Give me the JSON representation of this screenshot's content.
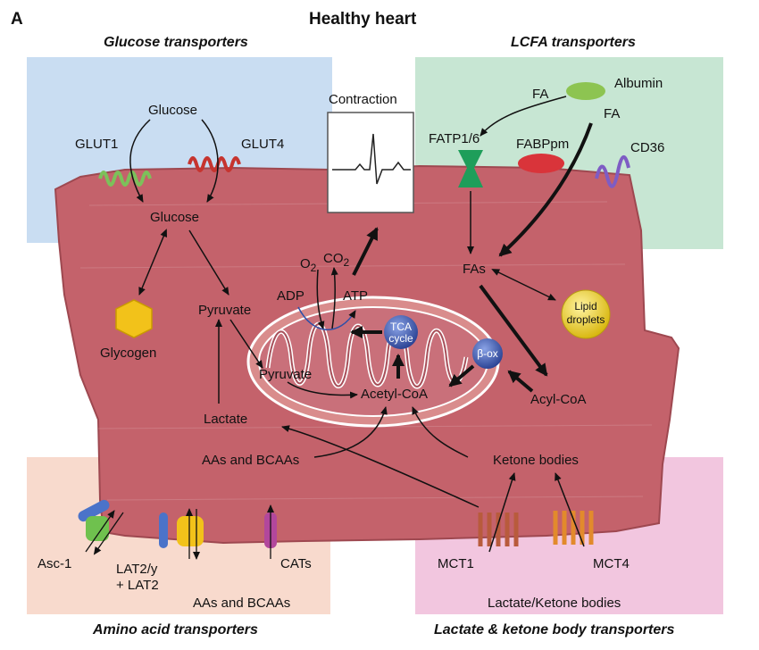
{
  "panel_letter": "A",
  "title": "Healthy heart",
  "quadrants": {
    "glucose": {
      "header": "Glucose transporters",
      "color": "#c9ddf2"
    },
    "lcfa": {
      "header": "LCFA transporters",
      "color": "#c7e6d3"
    },
    "amino": {
      "header": "Amino acid transporters",
      "color": "#f8dacd"
    },
    "lactate": {
      "header": "Lactate & ketone body transporters",
      "color": "#f2c6df"
    }
  },
  "labels": {
    "glucose_out": "Glucose",
    "glut1": "GLUT1",
    "glut4": "GLUT4",
    "glucose_in": "Glucose",
    "glycogen": "Glycogen",
    "pyruvate": "Pyruvate",
    "pyruvate_mito": "Pyruvate",
    "lactate": "Lactate",
    "aas_bcaas": "AAs and BCAAs",
    "contraction": "Contraction",
    "o2": "O",
    "o2_sub": "2",
    "co2": "CO",
    "co2_sub": "2",
    "adp": "ADP",
    "atp": "ATP",
    "tca": "TCA cycle",
    "beta_ox": "β-ox",
    "acetyl_coa": "Acetyl-CoA",
    "acyl_coa": "Acyl-CoA",
    "fas": "FAs",
    "lipid_droplets": "Lipid droplets",
    "fa_top": "FA",
    "albumin": "Albumin",
    "fa_right": "FA",
    "fatp": "FATP1/6",
    "fabppm": "FABPpm",
    "cd36": "CD36",
    "ketone_bodies": "Ketone bodies",
    "asc1": "Asc-1",
    "lat2": "LAT2/y",
    "lat2_b": "+ LAT2",
    "cats": "CATs",
    "aas_bcaas_bottom": "AAs and BCAAs",
    "mct1": "MCT1",
    "mct4": "MCT4",
    "lactate_ketone": "Lactate/Ketone bodies"
  },
  "colors": {
    "cell": "#c4626b",
    "cell_edge": "#9e4850",
    "mito": "#d98c8c",
    "tca_ball": "#4663b3",
    "glycogen": "#f2c21a",
    "lipid": "#e9d53a",
    "albumin": "#8dc451",
    "fabppm": "#d9343a",
    "fatp": "#1e9e5a"
  }
}
